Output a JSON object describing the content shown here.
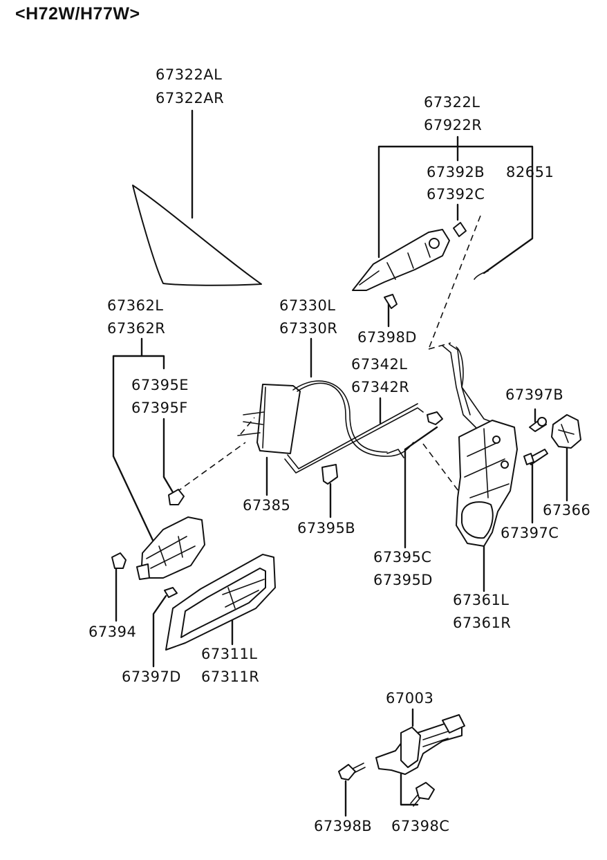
{
  "title": "<H72W/H77W>",
  "labels": {
    "l67322AL": "67322AL",
    "l67322AR": "67322AR",
    "l67322L": "67322L",
    "l67922R": "67922R",
    "l67392B": "67392B",
    "l82651": "82651",
    "l67392C": "67392C",
    "l67362L": "67362L",
    "l67362R": "67362R",
    "l67330L": "67330L",
    "l67330R": "67330R",
    "l67398D": "67398D",
    "l67342L": "67342L",
    "l67342R": "67342R",
    "l67395E": "67395E",
    "l67395F": "67395F",
    "l67397B": "67397B",
    "l67385": "67385",
    "l67366": "67366",
    "l67395B": "67395B",
    "l67397C": "67397C",
    "l67395C": "67395C",
    "l67395D": "67395D",
    "l67361L": "67361L",
    "l67361R": "67361R",
    "l67394": "67394",
    "l67311L": "67311L",
    "l67311R": "67311R",
    "l67397D": "67397D",
    "l67003": "67003",
    "l67398B": "67398B",
    "l67398C": "67398C"
  }
}
